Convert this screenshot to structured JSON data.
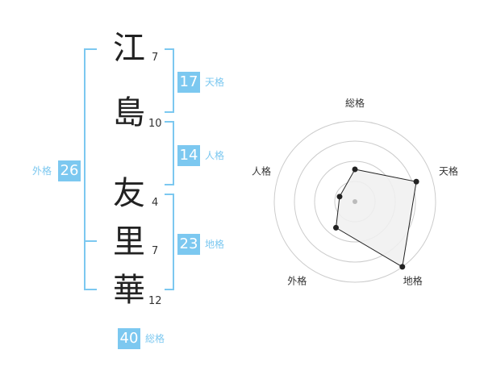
{
  "name": {
    "characters": [
      {
        "char": "江",
        "strokes": "7"
      },
      {
        "char": "島",
        "strokes": "10"
      },
      {
        "char": "友",
        "strokes": "4"
      },
      {
        "char": "里",
        "strokes": "7"
      },
      {
        "char": "華",
        "strokes": "12"
      }
    ]
  },
  "fortune": {
    "tenkaku": {
      "value": "17",
      "label": "天格"
    },
    "jinkaku": {
      "value": "14",
      "label": "人格"
    },
    "chikaku": {
      "value": "23",
      "label": "地格"
    },
    "gaikaku": {
      "value": "26",
      "label": "外格"
    },
    "soukaku": {
      "value": "40",
      "label": "総格"
    }
  },
  "chart_data": {
    "type": "radar",
    "axes": [
      "総格",
      "天格",
      "地格",
      "外格",
      "人格"
    ],
    "values": [
      2,
      4,
      5,
      2,
      1
    ],
    "rmax": 5,
    "rings": 4,
    "colors": {
      "fill": "#f0f0f0",
      "line": "#222222",
      "grid": "#cccccc"
    }
  }
}
